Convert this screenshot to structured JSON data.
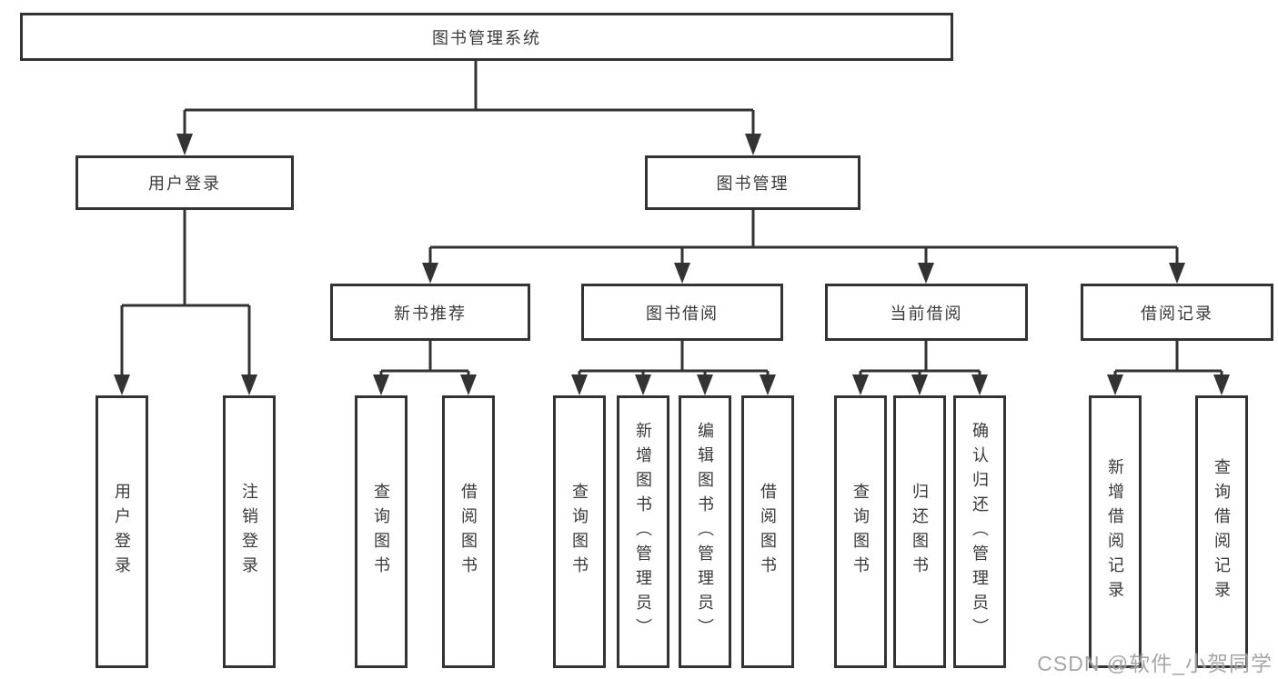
{
  "diagram": {
    "root": {
      "label": "图书管理系统"
    },
    "branches": [
      {
        "label": "用户登录",
        "children": [
          {
            "label": "用户登录"
          },
          {
            "label": "注销登录"
          }
        ]
      },
      {
        "label": "图书管理",
        "children": [
          {
            "label": "新书推荐",
            "children": [
              {
                "label": "查询图书"
              },
              {
                "label": "借阅图书"
              }
            ]
          },
          {
            "label": "图书借阅",
            "children": [
              {
                "label": "查询图书"
              },
              {
                "label": "新增图书（管理员）"
              },
              {
                "label": "编辑图书（管理员）"
              },
              {
                "label": "借阅图书"
              }
            ]
          },
          {
            "label": "当前借阅",
            "children": [
              {
                "label": "查询图书"
              },
              {
                "label": "归还图书"
              },
              {
                "label": "确认归还（管理员）"
              }
            ]
          },
          {
            "label": "借阅记录",
            "children": [
              {
                "label": "新增借阅记录"
              },
              {
                "label": "查询借阅记录"
              }
            ]
          }
        ]
      }
    ]
  },
  "watermark": {
    "text": "CSDN @软件_小贺同学"
  },
  "colors": {
    "line": "#333333",
    "box_border": "#333333",
    "text": "#3a3a3a",
    "background": "#ffffff",
    "watermark": "#969696"
  }
}
